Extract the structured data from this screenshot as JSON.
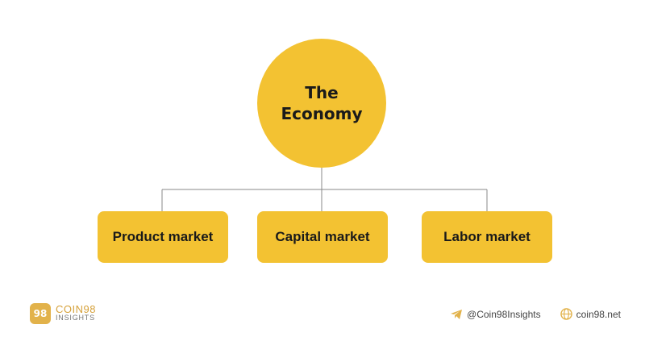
{
  "diagram": {
    "root": {
      "line1": "The",
      "line2": "Economy"
    },
    "children": [
      {
        "label": "Product market"
      },
      {
        "label": "Capital market"
      },
      {
        "label": "Labor market"
      }
    ]
  },
  "colors": {
    "node_fill": "#f3c232",
    "connector": "#888888",
    "brand": "#d6a13a"
  },
  "footer": {
    "brand_name": "COIN98",
    "brand_sub": "INSIGHTS",
    "logo_mark": "98",
    "telegram_handle": "@Coin98Insights",
    "website": "coin98.net",
    "icons": [
      "telegram-icon",
      "globe-icon"
    ]
  }
}
